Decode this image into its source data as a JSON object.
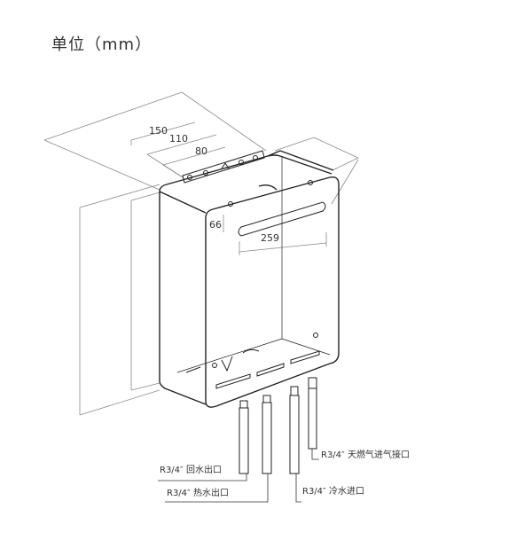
{
  "title": "单位（mm）",
  "dimensions": {
    "d150": "150",
    "d110": "110",
    "d80": "80",
    "d66": "66",
    "d259": "259"
  },
  "pipes": {
    "return": "R3/4″  回水出口",
    "hot": "R3/4″  热水出口",
    "cold": "R3/4″  冷水进口",
    "gas": "R3/4″  天燃气进气接口"
  },
  "colors": {
    "line": "#222222",
    "dim": "#8a8a8a",
    "text": "#333333"
  }
}
